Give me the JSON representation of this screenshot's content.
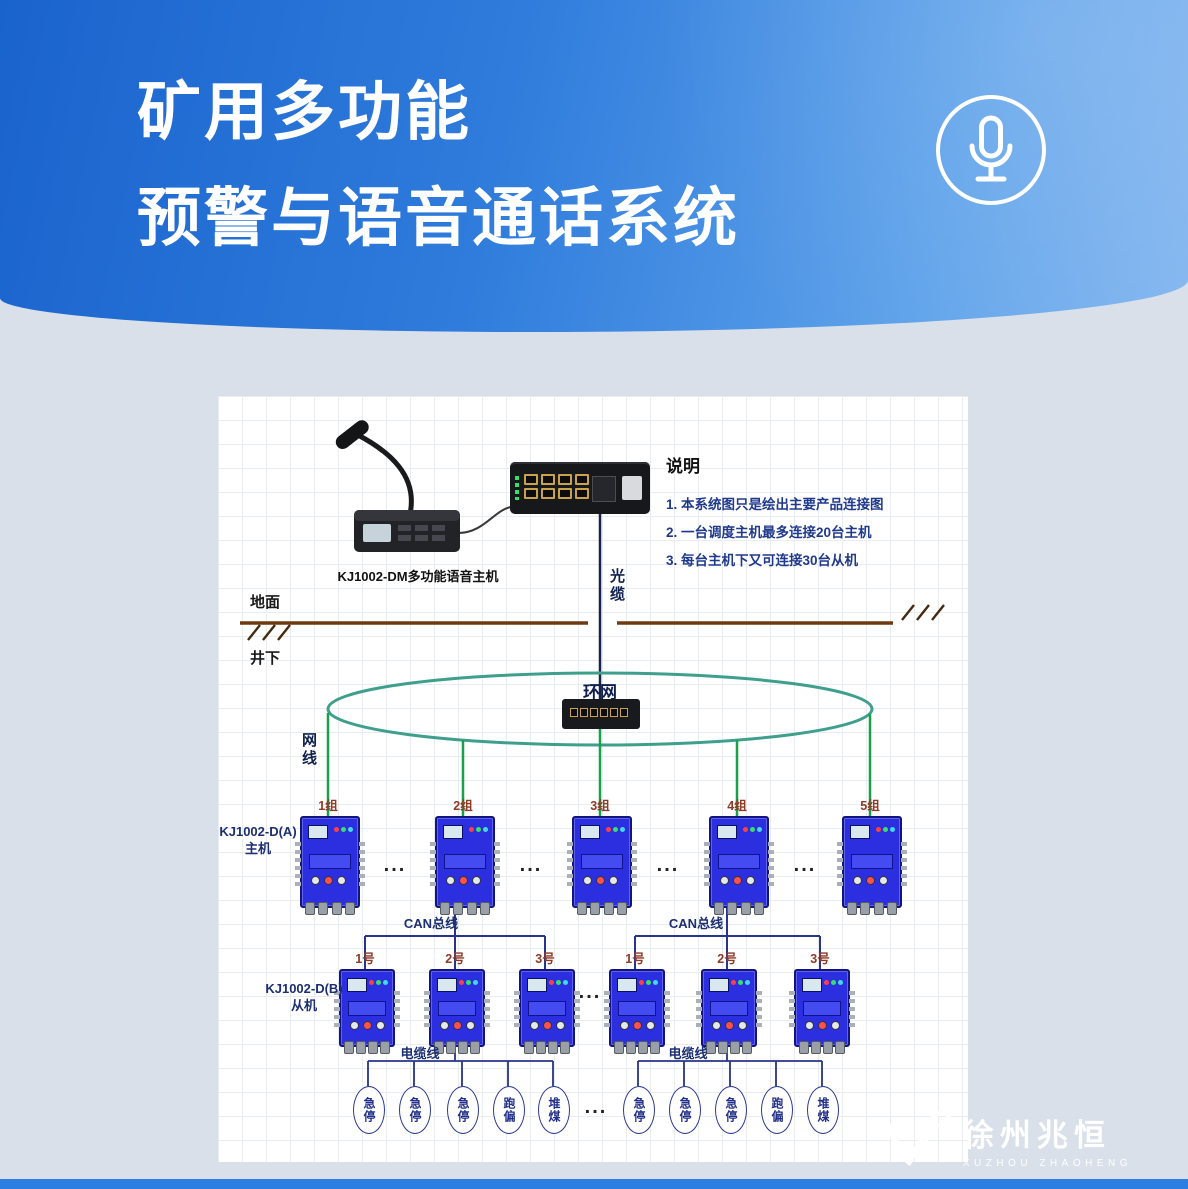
{
  "header": {
    "title_line1": "矿用多功能",
    "title_line2": "预警与语音通话系统"
  },
  "diagram": {
    "console_label": "KJ1002-DM多功能语音主机",
    "optical_label": "光缆",
    "notes": {
      "heading": "说明",
      "items": [
        "1. 本系统图只是绘出主要产品连接图",
        "2. 一台调度主机最多连接20台主机",
        "3. 每台主机下又可连接30台从机"
      ]
    },
    "surface_label": "地面",
    "underground_label": "井下",
    "ring_label": "环网",
    "net_cable_label": "网线",
    "group_labels": [
      "1组",
      "2组",
      "3组",
      "4组",
      "5组"
    ],
    "host_name": "KJ1002-D(A)",
    "host_role": "主机",
    "can_bus_label": "CAN总线",
    "slave_numbers": [
      "1号",
      "2号",
      "3号"
    ],
    "slave_name": "KJ1002-D(B)",
    "slave_role": "从机",
    "cable_label": "电缆线",
    "sensor_labels": [
      "急停",
      "急停",
      "急停",
      "跑偏",
      "堆煤"
    ],
    "ellipsis": "..."
  },
  "watermark": {
    "brand": "徐州兆恒",
    "brand_sub": "XUZHOU ZHAOHENG"
  },
  "colors": {
    "hero_blue_dark": "#1a63cd",
    "hero_blue_light": "#83b6ef",
    "page_bg": "#d9e0e9",
    "accent_bar": "#2d7ee2",
    "device_blue": "#2b2fe0",
    "ring_teal": "#3f9f8d",
    "line_green": "#18a04c",
    "ground_brown": "#6d3a14",
    "bus_navy": "#273489",
    "label_maroon": "#8d3a26",
    "label_navy": "#1c2f73"
  }
}
